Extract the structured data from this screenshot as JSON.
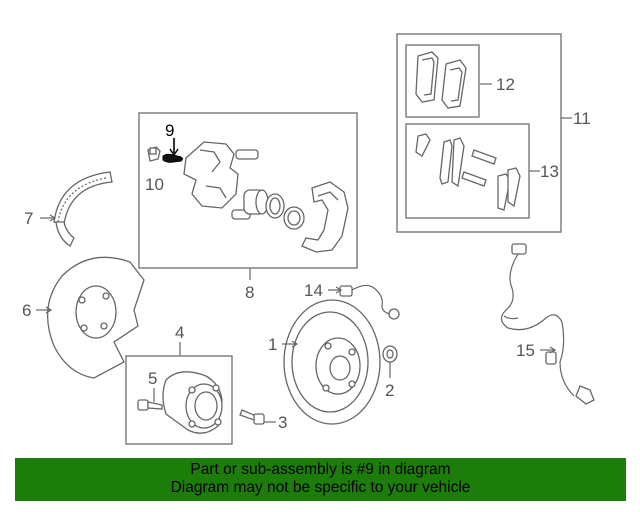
{
  "labels": {
    "p1": "1",
    "p2": "2",
    "p3": "3",
    "p4": "4",
    "p5": "5",
    "p6": "6",
    "p7": "7",
    "p8": "8",
    "p9": "9",
    "p10": "10",
    "p11": "11",
    "p12": "12",
    "p13": "13",
    "p14": "14",
    "p15": "15"
  },
  "banner": {
    "line1": "Part or sub-assembly is #9 in diagram",
    "line2": "Diagram may not be specific to your vehicle"
  },
  "colors": {
    "banner": "#1c7d0a",
    "lines": "#666666",
    "highlight": "#000000"
  }
}
